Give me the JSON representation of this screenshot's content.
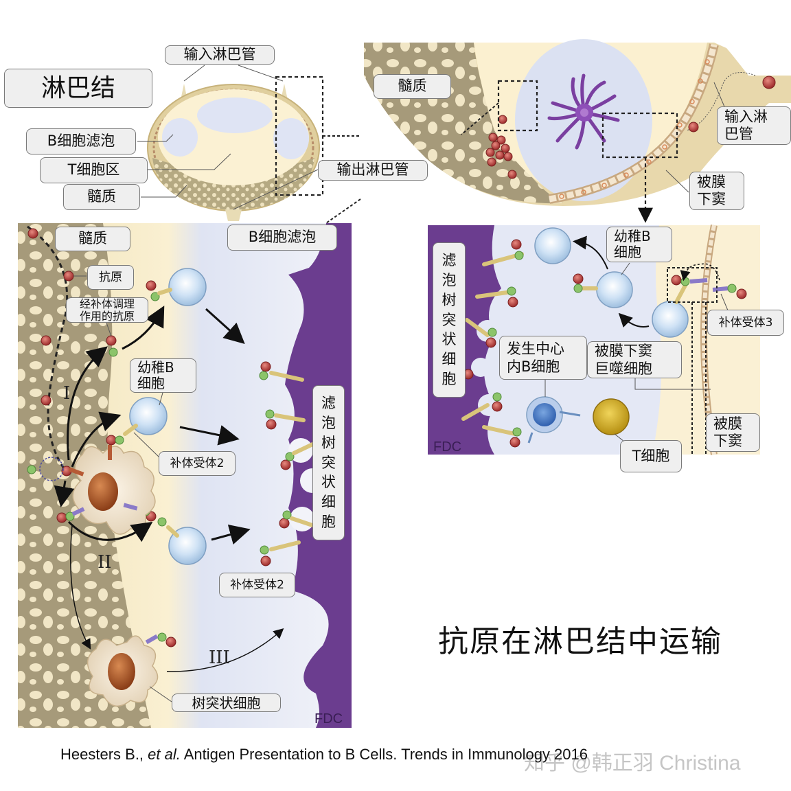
{
  "title_box": "淋巴结",
  "overview": {
    "labels": {
      "afferent_lymphatic": "输入淋巴管",
      "b_follicle": "B细胞滤泡",
      "t_zone": "T细胞区",
      "medulla": "髓质",
      "efferent_lymphatic": "输出淋巴管"
    }
  },
  "zoom_top": {
    "labels": {
      "medulla": "髓质",
      "afferent_lymphatic": "输入淋\n巴管",
      "subcapsular_sinus": "被膜\n下窦"
    }
  },
  "left_panel": {
    "labels": {
      "medulla": "髓质",
      "b_follicle": "B细胞滤泡",
      "antigen": "抗原",
      "opsonized_antigen": "经补体调理\n作用的抗原",
      "naive_b_cell": "幼稚B\n细胞",
      "complement_receptor_2_a": "补体受体2",
      "complement_receptor_2_b": "补体受体2",
      "fdc_vertical": [
        "滤",
        "泡",
        "树",
        "突",
        "状",
        "细",
        "胞"
      ],
      "dendritic_cell": "树突状细胞"
    },
    "routes": [
      "I",
      "II",
      "III"
    ],
    "fdc_tag": "FDC"
  },
  "right_panel": {
    "labels": {
      "fdc_vertical": [
        "滤",
        "泡",
        "树",
        "突",
        "状",
        "细",
        "胞"
      ],
      "naive_b_cell": "幼稚B\n细胞",
      "complement_receptor_3": "补体受体3",
      "gc_b_cell": "发生中心\n内B细胞",
      "scs_macrophage": "被膜下窦\n巨噬细胞",
      "subcapsular_sinus": "被膜\n下窦",
      "t_cell": "T细胞"
    },
    "fdc_tag": "FDC"
  },
  "main_title": "抗原在淋巴结中运输",
  "citation": {
    "authors": "Heesters B., ",
    "etal": "et al.",
    "rest": " Antigen Presentation to B Cells. Trends in Immunology 2016"
  },
  "watermark": "知乎 @韩正羽 Christina",
  "colors": {
    "medulla_tan": "#a69a7a",
    "cortex_cream": "#f6ecc8",
    "follicle_blue": "#dfe4f3",
    "fdc_purple": "#6b3d8f",
    "antigen_red": "#b83a3a",
    "complement_green": "#8cc46a",
    "b_cell_blue": "#bcd6f0",
    "t_cell_yellow": "#d8b42a",
    "dc_nucleus": "#a0522d"
  }
}
